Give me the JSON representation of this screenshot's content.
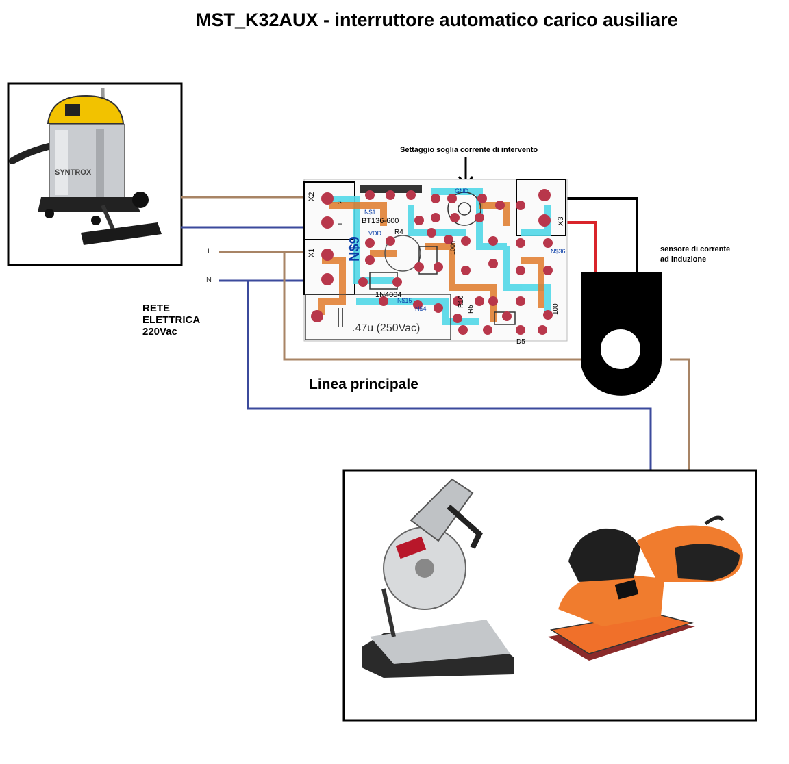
{
  "title": "MST_K32AUX - interruttore automatico carico ausiliare",
  "threshold_label": "Settaggio soglia corrente di intervento",
  "sensor_label_line1": "sensore di corrente",
  "sensor_label_line2": "ad induzione",
  "mains_label_line1": "RETE",
  "mains_label_line2": "ELETTRICA",
  "mains_label_line3": "220Vac",
  "main_line_label": "Linea principale",
  "terminal_L": "L",
  "terminal_N": "N",
  "pcb": {
    "connector_x2": "X2",
    "connector_x1": "X1",
    "connector_x3": "X3",
    "pin_2": "2",
    "pin_1": "1",
    "net_large": "N$9",
    "part_bt": "BT136-600",
    "part_r4": "R4",
    "part_vdd": "VDD",
    "part_gnd": "GND",
    "part_1n4004": "1N4004",
    "net_n15": "N$15",
    "net_n4": "N$4",
    "net_n1": "N$1",
    "net_n36": "N$36",
    "part_r5": "R5",
    "part_d5": "D5",
    "part_r10": "R10",
    "part_100": "100",
    "part_100n": "100n",
    "capacitor_label": ".47u (250Vac)"
  },
  "colors": {
    "live_wire": "#a88465",
    "neutral_wire": "#3b4a9c",
    "sensor_red": "#d9242a",
    "sensor_black": "#000000",
    "pcb_trace_orange": "#e07a2a",
    "pcb_trace_cyan": "#52d8e8",
    "pcb_pad": "#b8374b"
  }
}
